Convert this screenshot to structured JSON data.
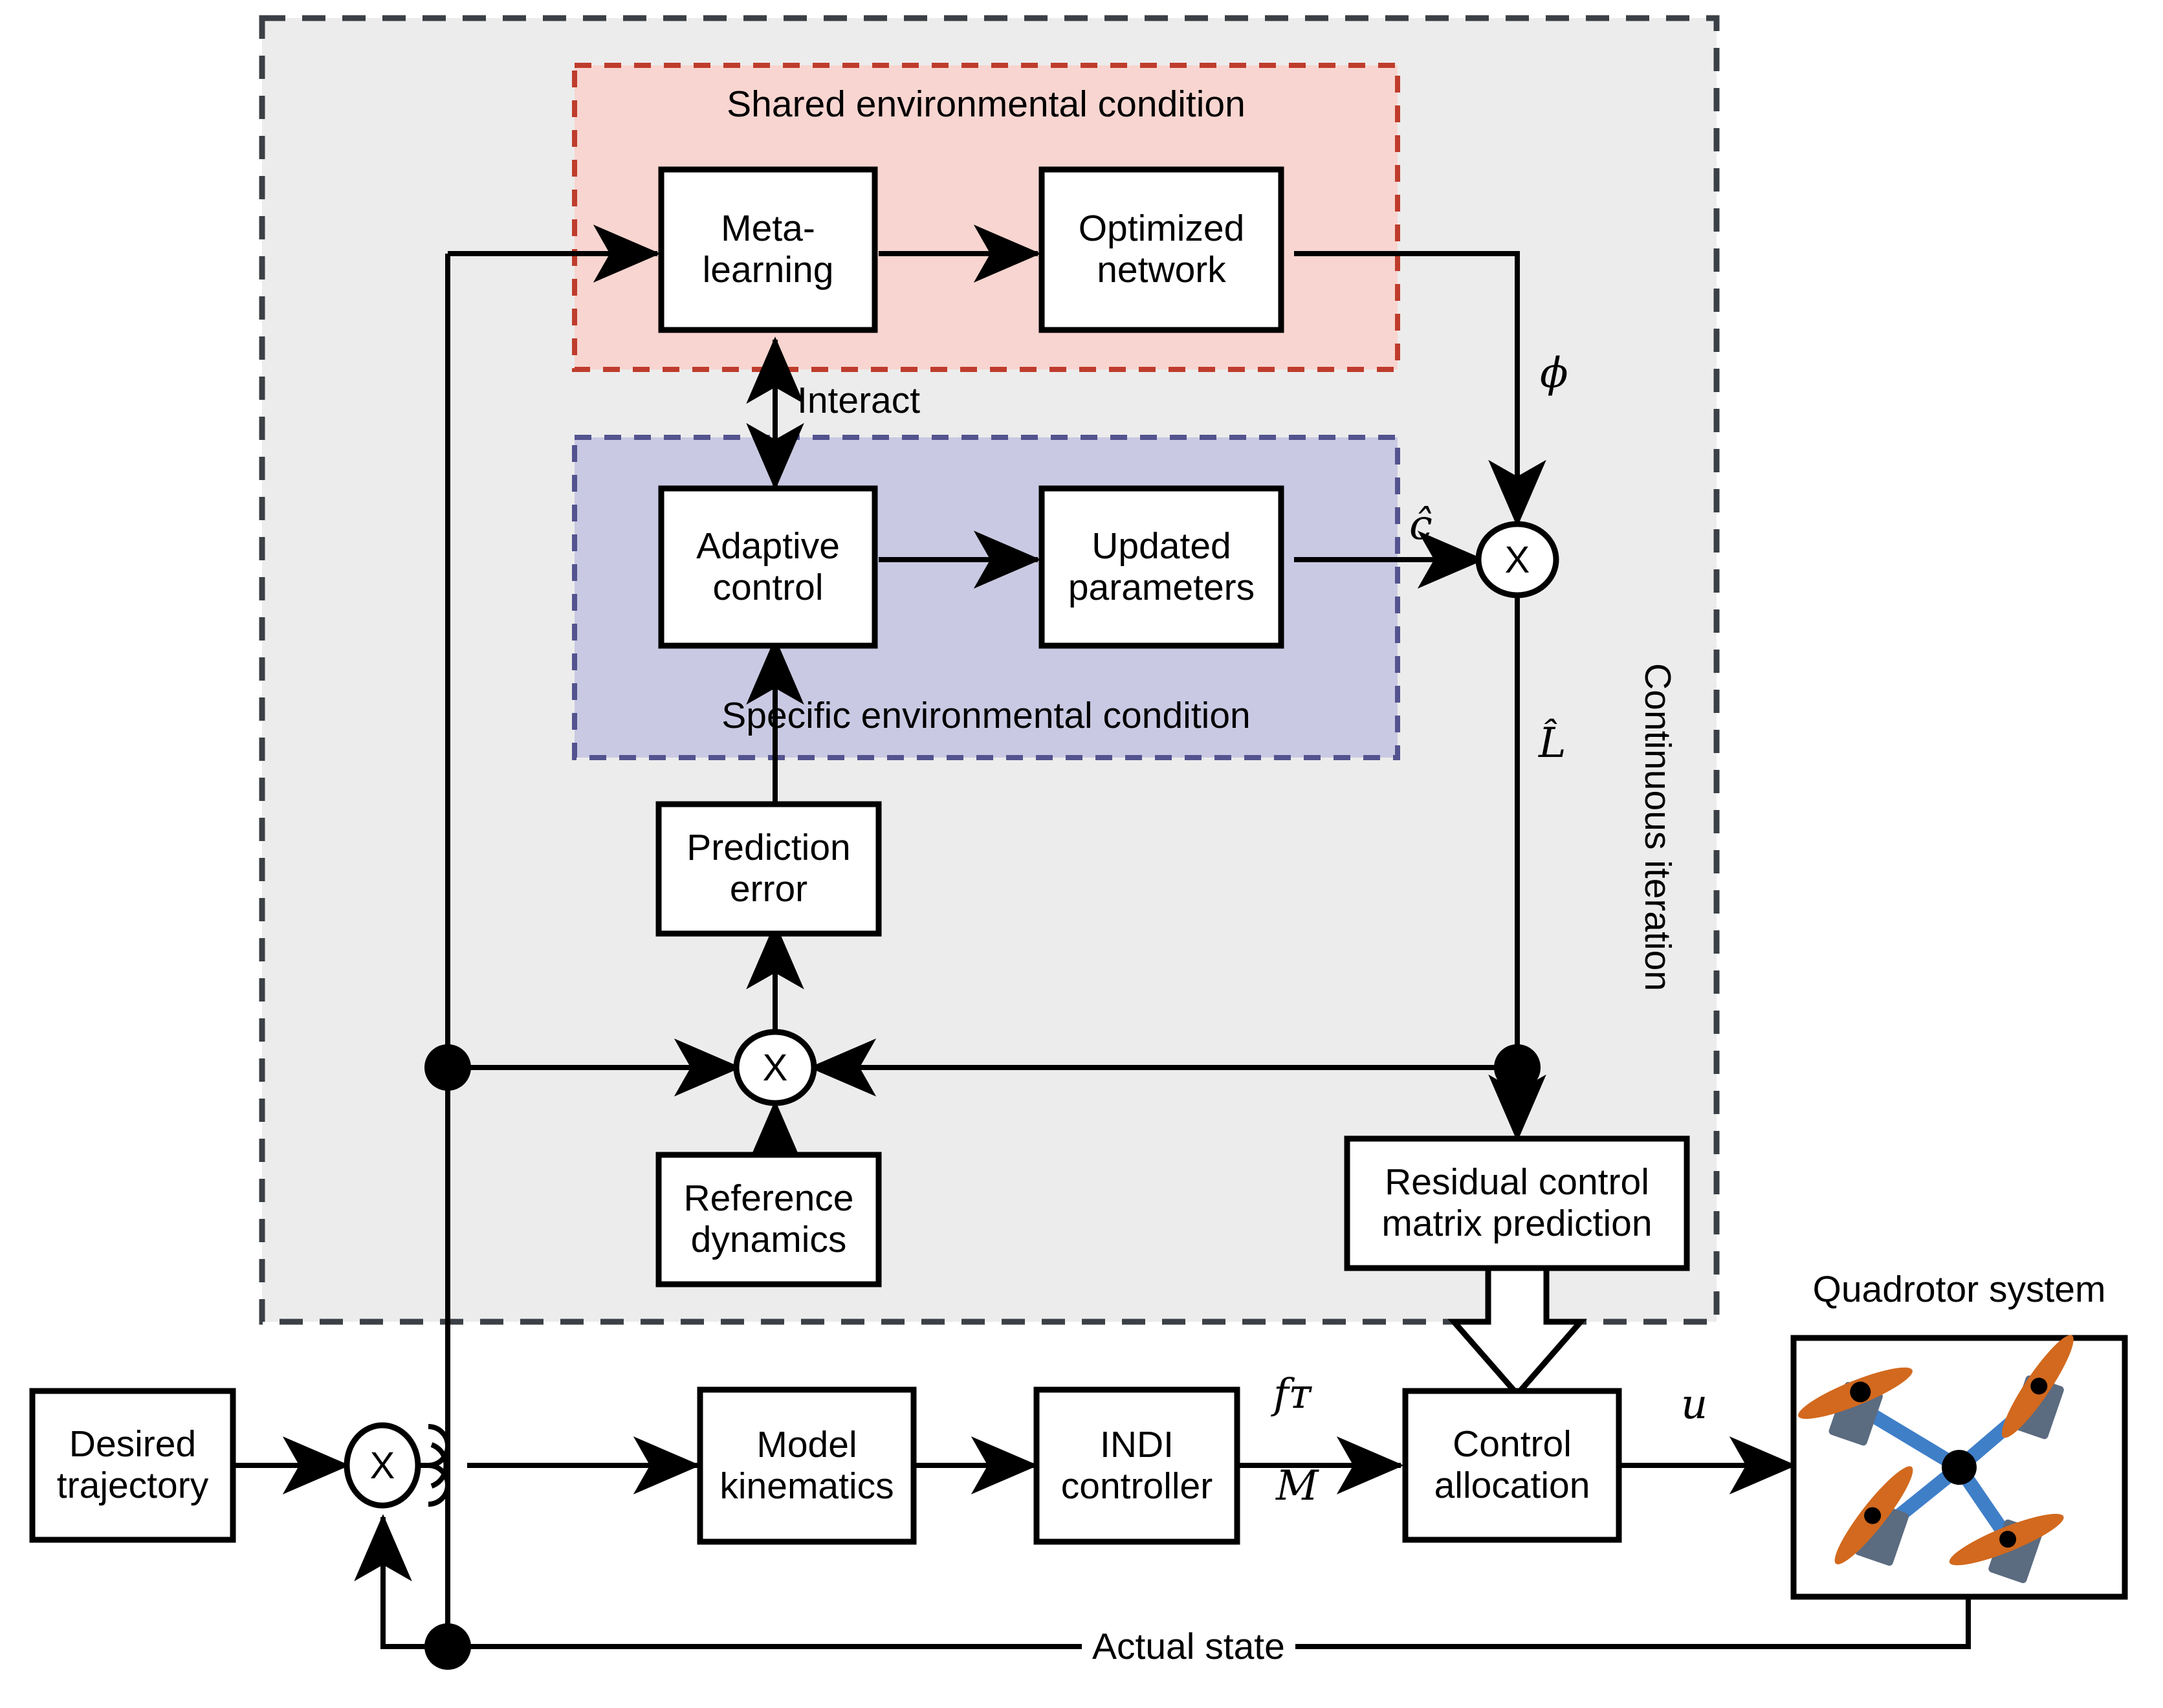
{
  "diagram": {
    "title_note": "Meta-learning adaptive INDI control block diagram for a quadrotor",
    "outer_region_label": "Continuous iteration",
    "regions": [
      {
        "id": "shared",
        "label": "Shared environmental condition",
        "fill": "#f8d5d0",
        "border": "#bf3c2c"
      },
      {
        "id": "specific",
        "label": "Specific environmental condition",
        "fill": "#c9c9e3",
        "border": "#53538f"
      },
      {
        "id": "outer",
        "label": "Continuous iteration",
        "fill": "#ececec",
        "border": "#3b4046"
      }
    ],
    "blocks": {
      "meta_learning": "Meta-\nlearning",
      "meta_learning_l1": "Meta-",
      "meta_learning_l2": "learning",
      "optimized_network_l1": "Optimized",
      "optimized_network_l2": "network",
      "adaptive_control_l1": "Adaptive",
      "adaptive_control_l2": "control",
      "updated_parameters_l1": "Updated",
      "updated_parameters_l2": "parameters",
      "prediction_error_l1": "Prediction",
      "prediction_error_l2": "error",
      "reference_dynamics_l1": "Reference",
      "reference_dynamics_l2": "dynamics",
      "residual_control_l1": "Residual control",
      "residual_control_l2": "matrix prediction",
      "desired_trajectory_l1": "Desired",
      "desired_trajectory_l2": "trajectory",
      "model_kinematics_l1": "Model",
      "model_kinematics_l2": "kinematics",
      "indi_controller_l1": "INDI",
      "indi_controller_l2": "controller",
      "control_allocation_l1": "Control",
      "control_allocation_l2": "allocation",
      "quadrotor_caption": "Quadrotor system"
    },
    "signals": {
      "interact": "Interact",
      "phi": "ϕ",
      "c_hat": "ĉ",
      "L_hat": "L̂",
      "f_T": "fᴛ",
      "M": "M",
      "u": "u",
      "actual_state": "Actual state",
      "multiply_symbol": "X"
    },
    "colors": {
      "stroke": "#000000",
      "outer_fill": "#ececec",
      "outer_dash": "#3b4046",
      "shared_fill": "#f8d5d0",
      "shared_dash": "#bf3c2c",
      "specific_fill": "#c9c9e3",
      "specific_dash": "#53538f",
      "drone_arm": "#3f7fc8",
      "drone_prop": "#d2691e",
      "drone_motor": "#5b6b80",
      "drone_hub": "#000000"
    }
  }
}
